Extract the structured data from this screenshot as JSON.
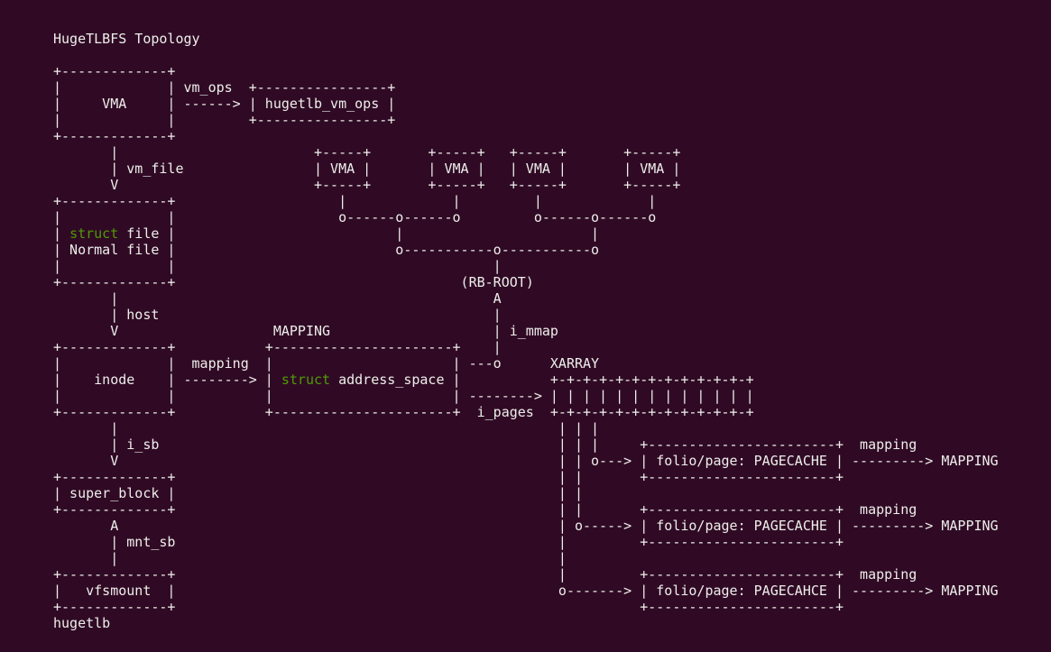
{
  "title": "HugeTLBFS Topology",
  "colors": {
    "background": "#300a24",
    "text": "#eeeeec",
    "keyword": "#4e9a06"
  },
  "keywords": [
    "struct"
  ],
  "lines": [
    "HugeTLBFS Topology",
    "",
    "+-------------+",
    "|             | vm_ops  +----------------+",
    "|     VMA     | ------> | hugetlb_vm_ops |",
    "|             |         +----------------+",
    "+-------------+",
    "       |                        +-----+       +-----+   +-----+       +-----+",
    "       | vm_file                | VMA |       | VMA |   | VMA |       | VMA |",
    "       V                        +-----+       +-----+   +-----+       +-----+",
    "+-------------+                    |             |         |             |",
    "|             |                    o------o------o         o------o------o",
    "| struct file |                           |                       |",
    "| Normal file |                           o-----------o-----------o",
    "|             |                                       |",
    "+-------------+                                   (RB-ROOT)",
    "       |                                              A",
    "       | host                                         |",
    "       V                   MAPPING                    | i_mmap",
    "+-------------+           +----------------------+    |",
    "|             |  mapping  |                      | ---o      XARRAY",
    "|    inode    | --------> | struct address_space |           +-+-+-+-+-+-+-+-+-+-+-+-+",
    "|             |           |                      | --------> | | | | | | | | | | | | |",
    "+-------------+           +----------------------+  i_pages  +-+-+-+-+-+-+-+-+-+-+-+-+",
    "       |                                                      | | |",
    "       | i_sb                                                 | | |     +-----------------------+  mapping",
    "       V                                                      | | o---> | folio/page: PAGECACHE | ---------> MAPPING",
    "+-------------+                                               | |       +-----------------------+",
    "| super_block |                                               | |",
    "+-------------+                                               | |       +-----------------------+  mapping",
    "       A                                                      | o-----> | folio/page: PAGECACHE | ---------> MAPPING",
    "       | mnt_sb                                               |         +-----------------------+",
    "       |                                                      |",
    "+-------------+                                               |         +-----------------------+  mapping",
    "|   vfsmount  |                                               o-------> | folio/page: PAGECAHCE | ---------> MAPPING",
    "+-------------+                                                         +-----------------------+",
    "hugetlb"
  ]
}
